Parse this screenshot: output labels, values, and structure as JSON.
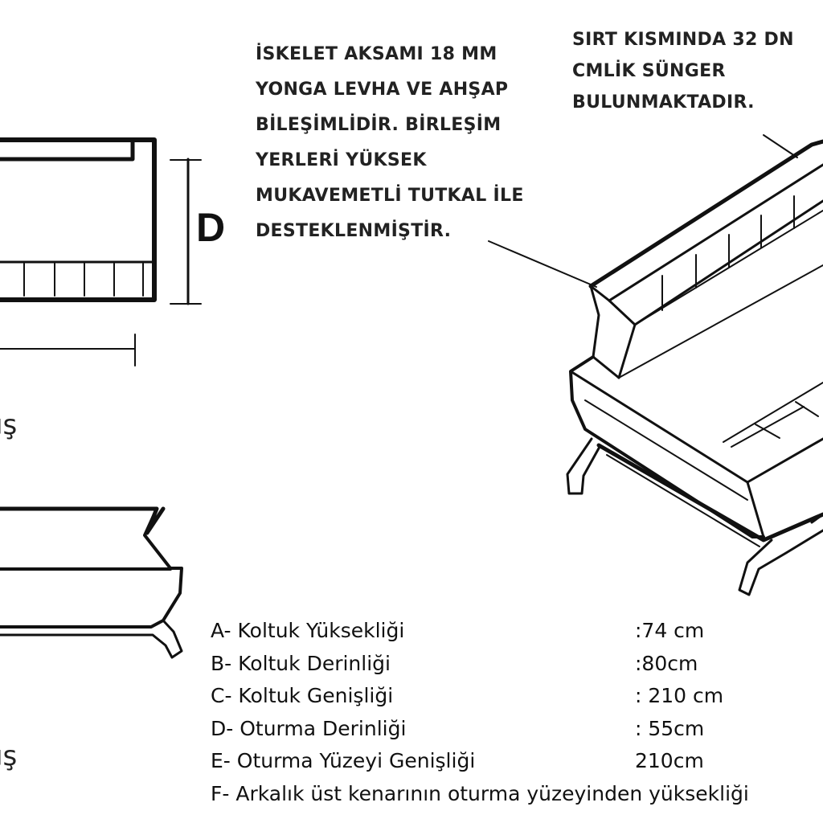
{
  "notes": {
    "frame_lines": [
      "İSKELET AKSAMI 18 MM",
      "YONGA LEVHA VE AHŞAP",
      "BİLEŞİMLİDİR. BİRLEŞİM",
      "YERLERİ YÜKSEK",
      "MUKAVEMETLİ TUTKAL İLE",
      "DESTEKLENMİŞTİR."
    ],
    "foam_lines": [
      "SIRT KISMINDA 32 DN",
      "CMLİK SÜNGER",
      "BULUNMAKTADIR."
    ]
  },
  "dimension_letter": "D",
  "view_labels": {
    "top": "üş",
    "side": "üş"
  },
  "specs": [
    {
      "label": "A- Koltuk Yüksekliği",
      "value": ":74 cm"
    },
    {
      "label": "B- Koltuk Derinliği",
      "value": ":80cm"
    },
    {
      "label": "C- Koltuk Genişliği",
      "value": ": 210 cm"
    },
    {
      "label": "D- Oturma Derinliği",
      "value": ": 55cm"
    },
    {
      "label": "E- Oturma Yüzeyi Genişliği",
      "value": "210cm"
    },
    {
      "label": "F- Arkalık üst kenarının oturma yüzeyinden yüksekliği",
      "value": ""
    }
  ]
}
